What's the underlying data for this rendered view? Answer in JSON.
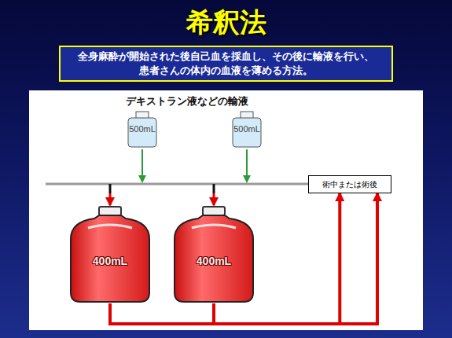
{
  "diagram": {
    "title": "希釈法",
    "nodes": [
      {
        "text": [
          "全身麻酔が開始された後自己血を採血し、その後に輸液を行い、患者さんの体内の血液を薄める方法。"
        ]
      },
      {
        "text": [
          "500mL"
        ]
      },
      {
        "text": [
          "500mL"
        ]
      },
      {
        "text": [
          "術中または術後"
        ]
      },
      {
        "text": [
          "400mL"
        ]
      },
      {
        "text": [
          "400mL"
        ]
      }
    ],
    "edges": [
      {
        "from": 4,
        "to": 3,
        "arrow": "to"
      },
      {
        "from": 5,
        "to": 3,
        "arrow": "to"
      }
    ],
    "labels": [
      "デキストラン液などの輸液"
    ]
  }
}
